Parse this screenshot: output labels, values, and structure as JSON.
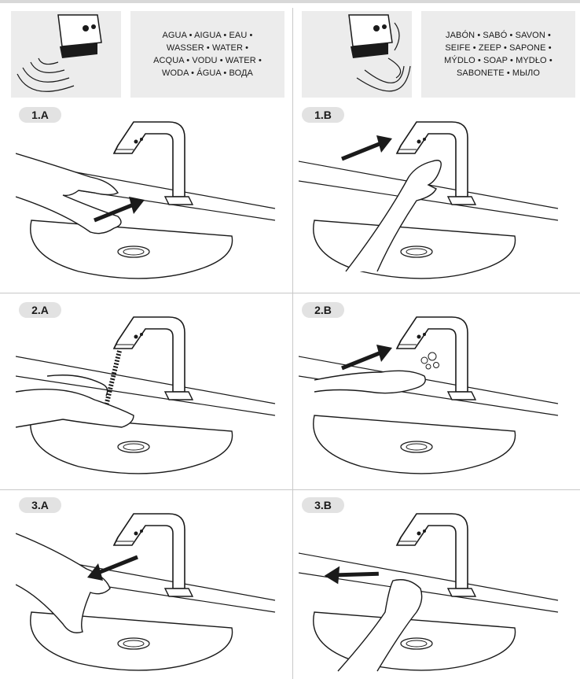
{
  "water": {
    "lines": [
      "AGUA • AIGUA • EAU •",
      "WASSER • WATER •",
      "ACQUA • VODU • WATER •",
      "WODA • ÁGUA • ВОДА"
    ]
  },
  "soap": {
    "lines": [
      "JABÓN • SABÓ • SAVON •",
      "SEIFE • ZEEP • SAPONE •",
      "MÝDLO • SOAP • MYDŁO •",
      "SABONETE • МЫЛО"
    ]
  },
  "steps": [
    {
      "id": "1a",
      "label": "1.A"
    },
    {
      "id": "1b",
      "label": "1.B"
    },
    {
      "id": "2a",
      "label": "2.A"
    },
    {
      "id": "2b",
      "label": "2.B"
    },
    {
      "id": "3a",
      "label": "3.A"
    },
    {
      "id": "3b",
      "label": "3.B"
    }
  ],
  "icons": {
    "sensor": "faucet-sensor-icon",
    "arrow": "arrow-icon",
    "hand": "hand-icon",
    "sink": "sink-icon"
  }
}
